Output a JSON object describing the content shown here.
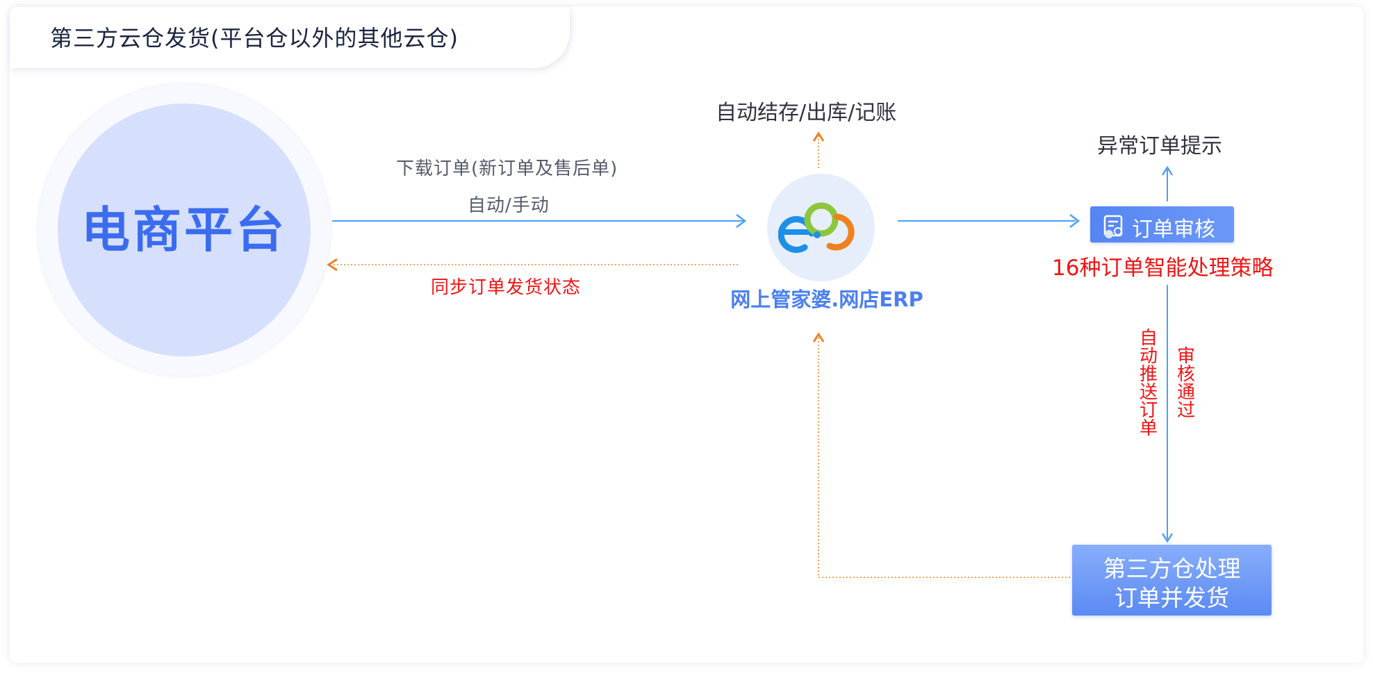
{
  "title": "第三方云仓发货(平台仓以外的其他云仓)",
  "platform": {
    "label": "电商平台"
  },
  "flow": {
    "download_label": "下载订单(新订单及售后单)",
    "mode_label": "自动/手动",
    "sync_label": "同步订单发货状态"
  },
  "erp": {
    "name": "网上管家婆.网店ERP",
    "logo_icon": "erp-cloud-logo",
    "auto_label": "自动结存/出库/记账"
  },
  "audit": {
    "button_label": "订单审核",
    "icon": "document-person-icon",
    "strategy_label": "16种订单智能处理策略",
    "exception_label": "异常订单提示",
    "approved_label": "审核通过",
    "push_label": "自动推送订单"
  },
  "third_party": {
    "line1": "第三方仓处理",
    "line2": "订单并发货"
  },
  "colors": {
    "primary": "#3b6cf0",
    "blue_arrow": "#4aa0f5",
    "orange_arrow": "#f0821e",
    "highlight_red": "#f01414"
  }
}
